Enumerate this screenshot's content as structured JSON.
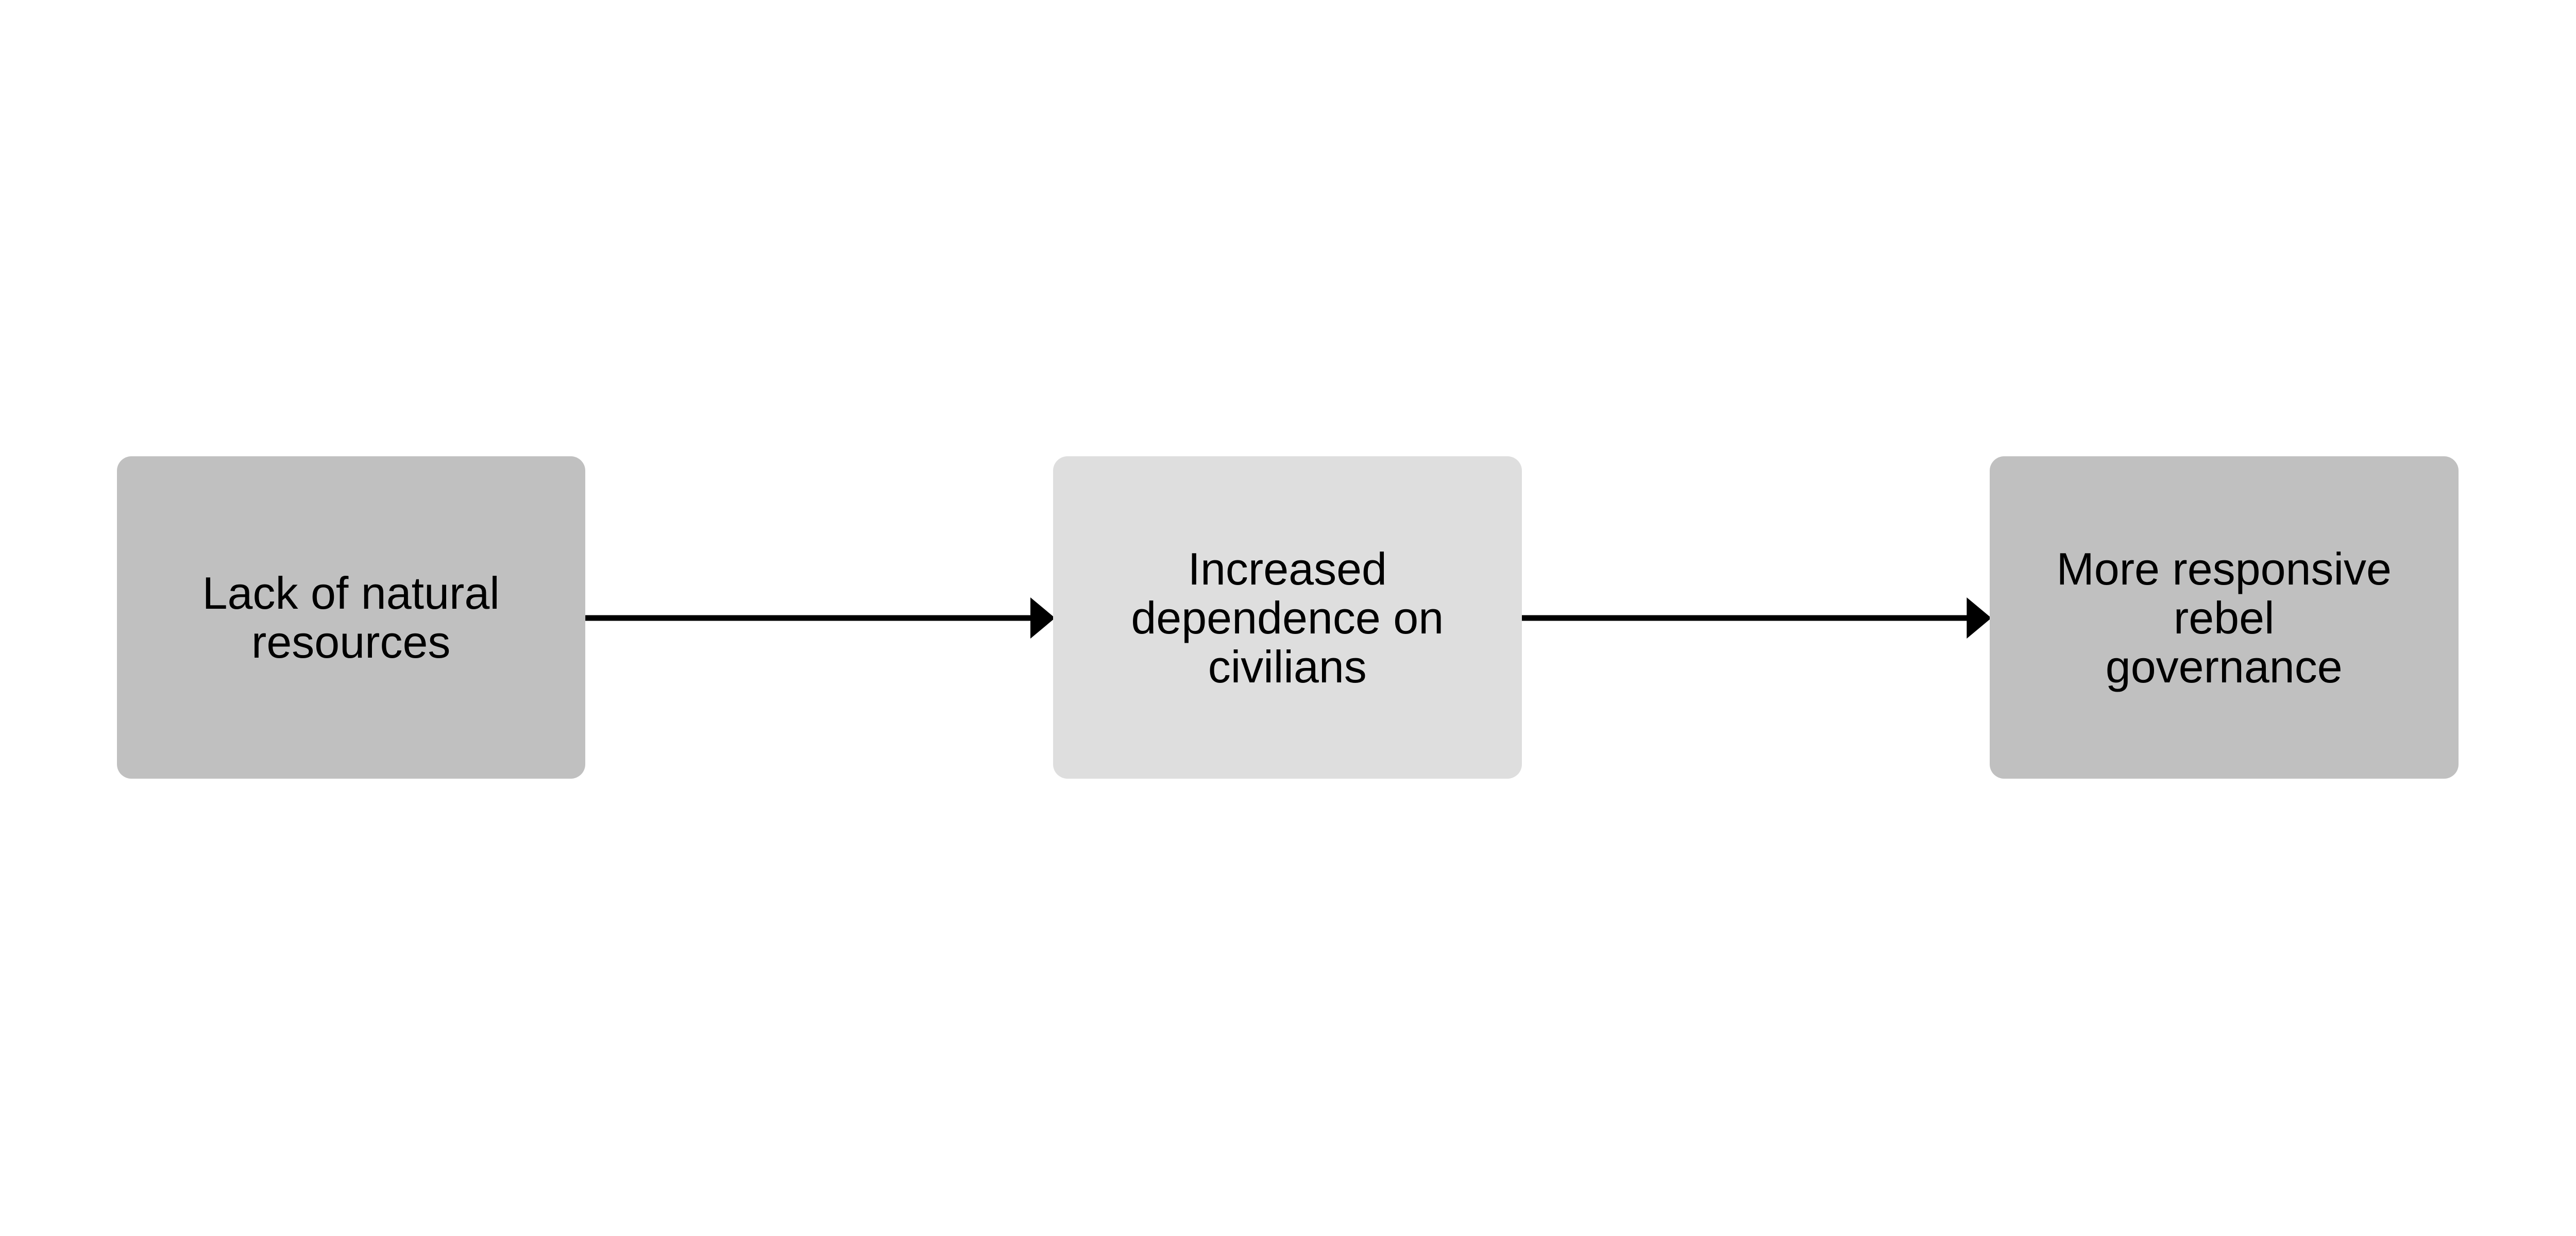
{
  "nodes": [
    {
      "id": "b1",
      "label": "Lack of natural\nresources",
      "fill": "#c0c0c0"
    },
    {
      "id": "b2",
      "label": "Increased\ndependence on\ncivilians",
      "fill": "#dedede"
    },
    {
      "id": "b3",
      "label": "More responsive\nrebel\ngovernance",
      "fill": "#c0c0c0"
    }
  ],
  "edges": [
    {
      "from": "b1",
      "to": "b2"
    },
    {
      "from": "b2",
      "to": "b3"
    }
  ],
  "colors": {
    "edge": "#000000",
    "background": "#ffffff"
  }
}
